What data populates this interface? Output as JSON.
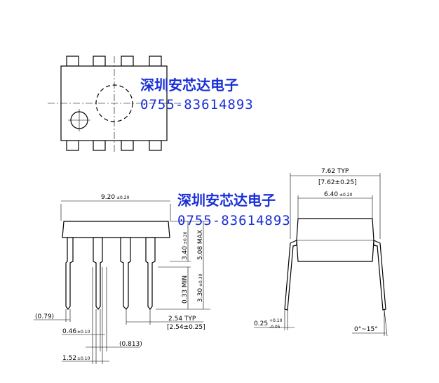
{
  "watermark": {
    "company": "深圳安芯达电子",
    "phone": "0755-83614893"
  },
  "dimensions": {
    "body_length": "9.20",
    "body_length_tol": "±0.20",
    "seating_height": "3.40",
    "seating_height_tol": "±0.20",
    "max_height": "5.08 MAX",
    "standoff": "0.33 MIN",
    "lead_length": "3.30",
    "lead_length_tol": "±0.30",
    "pitch_typ": "2.54 TYP",
    "pitch_ref": "[2.54±0.25]",
    "end_lead": "(0.79)",
    "lead_width": "0.46",
    "lead_width_tol": "±0.10",
    "shoulder": "(0.813)",
    "shoulder_width": "1.52",
    "shoulder_width_tol": "±0.10",
    "row_spacing_typ": "7.62  TYP",
    "row_spacing_ref": "[7.62±0.25]",
    "body_width": "6.40",
    "body_width_tol": "±0.20",
    "lead_thickness": "0.25",
    "lead_thickness_tol_plus": "+0.10",
    "lead_thickness_tol_minus": "-0.05",
    "lead_angle": "0°~15°"
  }
}
